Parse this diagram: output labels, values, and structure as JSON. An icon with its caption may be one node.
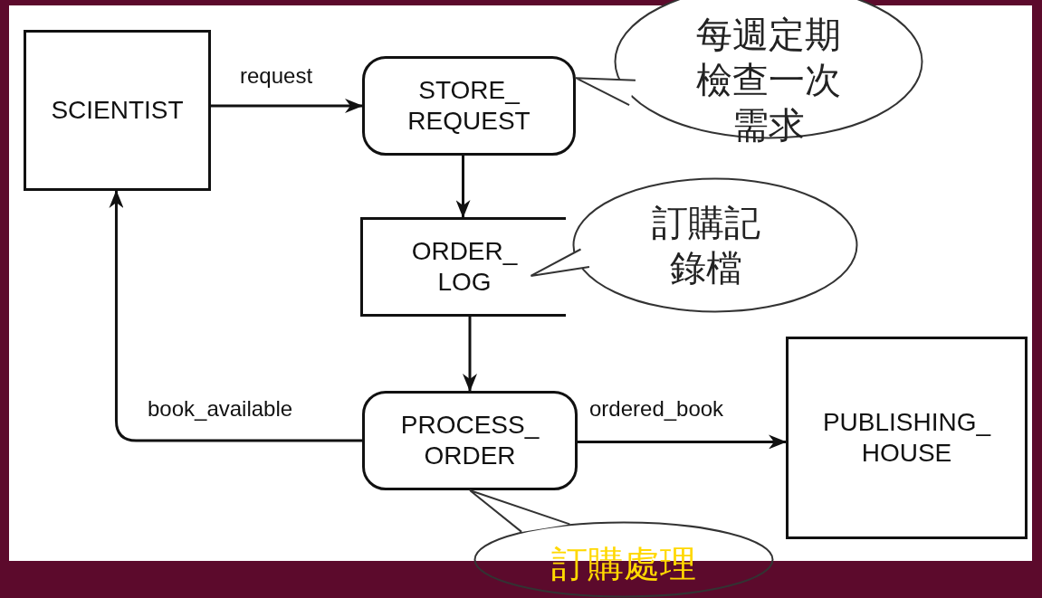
{
  "diagram": {
    "nodes": [
      {
        "text": [
          "SCIENTIST"
        ]
      },
      {
        "text": [
          "STORE_ REQUEST"
        ]
      },
      {
        "text": [
          "ORDER_ LOG"
        ]
      },
      {
        "text": [
          "PROCESS_ ORDER"
        ]
      },
      {
        "text": [
          "PUBLISHING_ HOUSE"
        ]
      },
      {
        "text": [
          "每週定期檢查一次需求"
        ]
      },
      {
        "text": [
          "訂購記錄檔"
        ]
      },
      {
        "text": [
          "訂購處理"
        ]
      }
    ],
    "edges": [
      {
        "from": 0,
        "to": 1,
        "arrow": "to",
        "label": "request"
      },
      {
        "from": 1,
        "to": 2,
        "arrow": "to"
      },
      {
        "from": 2,
        "to": 3,
        "arrow": "to"
      },
      {
        "from": 3,
        "to": 0,
        "arrow": "to",
        "label": "book_available"
      },
      {
        "from": 3,
        "to": 4,
        "arrow": "to",
        "label": "ordered_book"
      },
      {
        "from": 5,
        "to": 1,
        "arrow": "none"
      },
      {
        "from": 6,
        "to": 2,
        "arrow": "none"
      },
      {
        "from": 7,
        "to": 3,
        "arrow": "none"
      }
    ]
  }
}
